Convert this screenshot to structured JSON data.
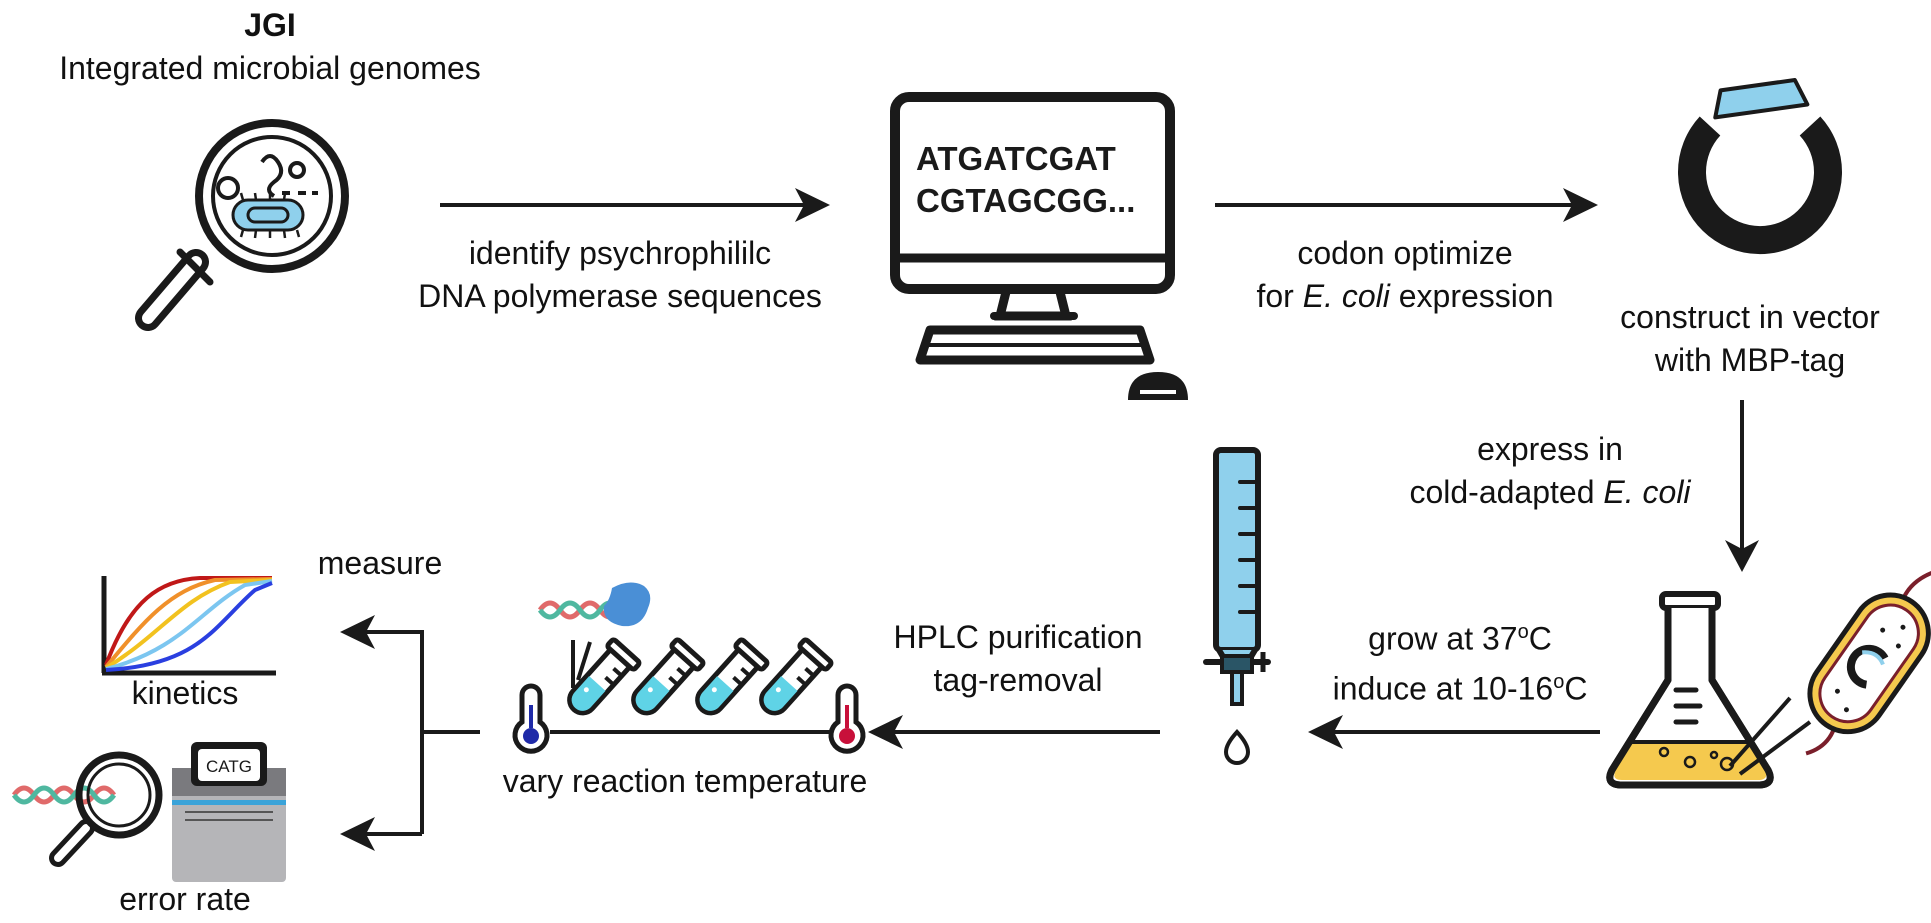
{
  "jgi": {
    "title": "JGI",
    "subtitle": "Integrated microbial genomes"
  },
  "steps": {
    "identify": {
      "line1": "identify psychrophililc",
      "line2": "DNA polymerase sequences"
    },
    "codon": {
      "line1": "codon optimize",
      "line2_pre": "for ",
      "line2_italic": "E. coli",
      "line2_post": " expression"
    },
    "construct": {
      "line1": "construct in vector",
      "line2": "with MBP-tag"
    },
    "express": {
      "line1": "express in",
      "line2_pre": "cold-adapted ",
      "line2_italic": "E. coli"
    },
    "grow": {
      "line1_pre": "grow at 37",
      "line1_sup": "o",
      "line1_post": "C",
      "line2_pre": "induce at 10-16",
      "line2_sup": "o",
      "line2_post": "C"
    },
    "hplc": {
      "line1": "HPLC purification",
      "line2": "tag-removal"
    },
    "vary": "vary reaction temperature",
    "measure": "measure",
    "kinetics": "kinetics",
    "error_rate": "error rate"
  },
  "screen_sequence": {
    "line1": "ATGATCGAT",
    "line2": "CGTAGCGG..."
  },
  "sequencer_label": "CATG",
  "colors": {
    "outline": "#1a1a1a",
    "light_blue": "#8fd0ec",
    "tube_liquid": "#5fd3e6",
    "flask_liquid": "#f5c94e",
    "bacterium_fill": "#f5c94e",
    "bacterium_outline": "#7a1f2b",
    "protein_blue": "#4a8fd6",
    "dna_red": "#e06a6a",
    "dna_teal": "#4fb8a0",
    "thermo_cold": "#1f2aa8",
    "thermo_hot": "#c8103a",
    "sequencer_gray": "#b5b5b8",
    "sequencer_stripe": "#3aa3d9",
    "curve_red": "#c01818",
    "curve_orange": "#f0902a",
    "curve_yellow": "#f2c21f",
    "curve_lightblue": "#7cc6f0",
    "curve_blue": "#2a3fe0"
  },
  "icons": [
    "magnifier-microbe-icon",
    "computer-icon",
    "plasmid-vector-icon",
    "flask-icon",
    "bacterium-icon",
    "chromatography-column-icon",
    "test-tube-icon",
    "thermometer-icon",
    "kinetics-plot-icon",
    "sequencer-icon",
    "magnifier-dna-icon"
  ]
}
